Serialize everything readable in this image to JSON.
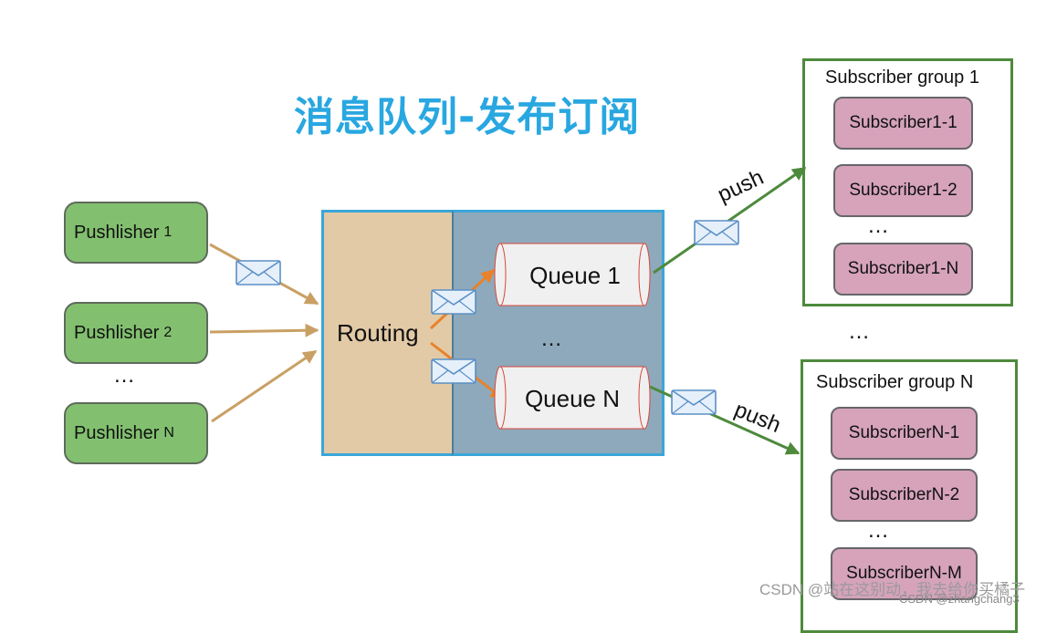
{
  "title": "消息队列-发布订阅",
  "publishers": [
    {
      "main": "Pushlisher",
      "sub": "1"
    },
    {
      "main": "Pushlisher",
      "sub": "2"
    },
    {
      "main": "Pushlisher",
      "sub": "N"
    }
  ],
  "publisher_ellipsis": "…",
  "routing_label": "Routing",
  "queues": [
    "Queue 1",
    "Queue N"
  ],
  "queue_ellipsis": "…",
  "push_labels": [
    "push",
    "push"
  ],
  "groups": [
    {
      "title": "Subscriber group 1",
      "members": [
        "Subscriber1-1",
        "Subscriber1-2",
        "Subscriber1-N"
      ],
      "ellipsis": "…"
    },
    {
      "title": "Subscriber group N",
      "members": [
        "SubscriberN-1",
        "SubscriberN-2",
        "SubscriberN-M"
      ],
      "ellipsis": "…"
    }
  ],
  "groups_ellipsis": "…",
  "watermark": "CSDN @站在这别动，我去给你买橘子",
  "watermark_small": "CSDN @zhangchang3",
  "icons": {
    "message": "envelope-icon"
  },
  "colors": {
    "title": "#29a7e1",
    "publisher_fill": "#82c06f",
    "routing_fill": "#e3caa6",
    "queue_area_fill": "#8ea9bb",
    "frame_blue": "#3aa6d8",
    "queue_fill": "#f0f0f0",
    "group_border": "#4d8a3c",
    "subscriber_fill": "#d6a3bb",
    "publisher_arrow": "#c9a064",
    "routing_arrow": "#e8822a",
    "push_arrow": "#4d8a3c"
  }
}
